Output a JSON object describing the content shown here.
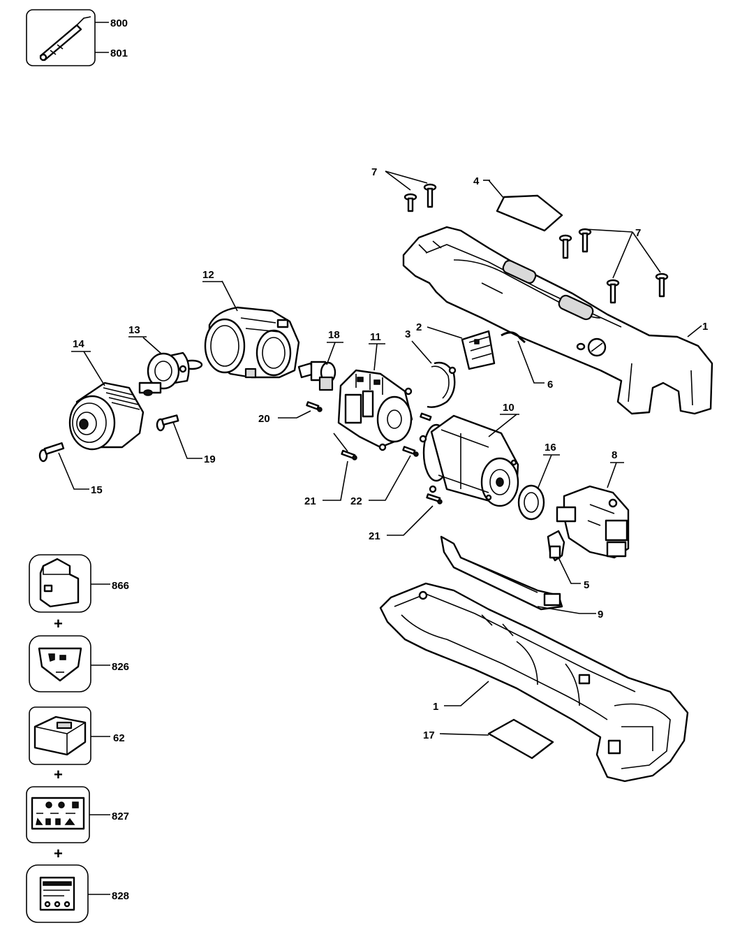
{
  "callouts": {
    "c800": "800",
    "c801": "801",
    "c7a": "7",
    "c4": "4",
    "c7b": "7",
    "c12": "12",
    "c13": "13",
    "c14": "14",
    "c18": "18",
    "c11": "11",
    "c3": "3",
    "c2": "2",
    "c6": "6",
    "c1a": "1",
    "c10": "10",
    "c16": "16",
    "c8": "8",
    "c20": "20",
    "c19": "19",
    "c15": "15",
    "c21a": "21",
    "c22": "22",
    "c21b": "21",
    "c5": "5",
    "c9": "9",
    "c1b": "1",
    "c17": "17",
    "c866": "866",
    "c826": "826",
    "c62": "62",
    "c827": "827",
    "c828": "828"
  },
  "plus_signs": [
    "+",
    "+",
    "+"
  ],
  "icons": {
    "accessory_box": "service-tool-icon",
    "battery": "battery-pack-icon",
    "battery_label": "battery-label-icon",
    "charger": "charger-icon",
    "charger_label": "charger-label-icon",
    "nameplate": "nameplate-label-icon"
  },
  "colors": {
    "line": "#000000",
    "background": "#ffffff",
    "shade": "#d9d9d9"
  }
}
